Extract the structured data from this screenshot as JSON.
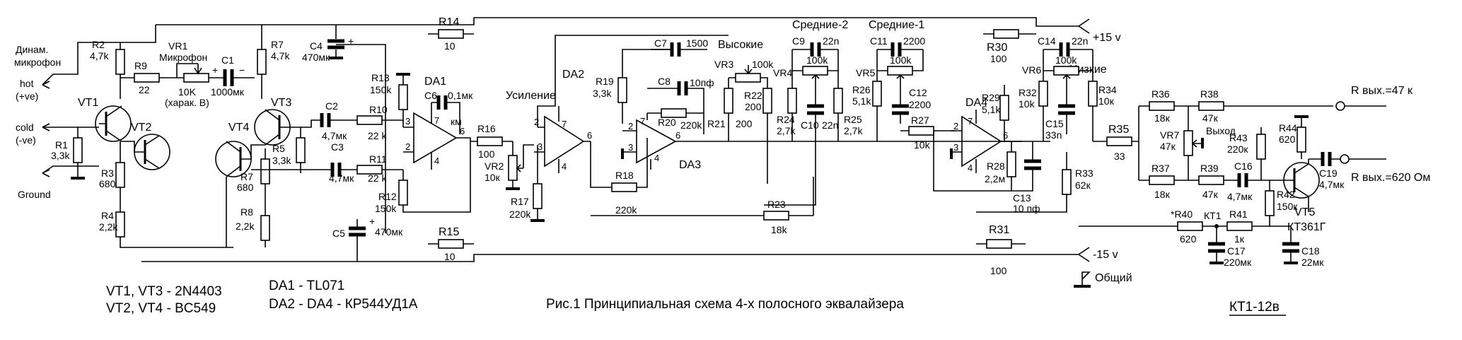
{
  "inputs": {
    "mic_line1": "Динам.",
    "mic_line2": "микрофон",
    "hot_line1": "hot",
    "hot_line2": "(+ve)",
    "cold_line1": "cold",
    "cold_line2": "(-ve)",
    "ground": "Ground"
  },
  "transistors": {
    "vt1": "VT1",
    "vt2": "VT2",
    "vt3": "VT3",
    "vt4": "VT4",
    "vt5": "VT5",
    "vt5_type": "КТ361Г"
  },
  "resistors": {
    "r1": "R1",
    "r1_val": "3,3k",
    "r2": "R2",
    "r2_val": "4,7k",
    "r3": "R3",
    "r3_val": "680",
    "r4": "R4",
    "r4_val": "2,2k",
    "r5": "R5",
    "r5_val": "3,3k",
    "r7a": "R7",
    "r7a_val": "4,7k",
    "r7b": "R7",
    "r7b_val": "680",
    "r8": "R8",
    "r8_val": "2,2k",
    "r9": "R9",
    "r9_val": "22",
    "r10": "R10",
    "r10_val": "22 k",
    "r11": "R11",
    "r11_val": "22 k",
    "r12": "R12",
    "r12_val": "150k",
    "r13": "R13",
    "r13_val": "150k",
    "r14": "R14",
    "r14_val": "10",
    "r15": "R15",
    "r15_val": "10",
    "r16": "R16",
    "r16_val": "100",
    "r17": "R17",
    "r17_val": "220k",
    "r18": "R18",
    "r18_val": "220k",
    "r19": "R19",
    "r19_val": "3,3k",
    "r20": "R20",
    "r20_val": "220k",
    "r21": "R21",
    "r21_val": "200",
    "r22": "R22",
    "r22_val": "200",
    "r23": "R23",
    "r23_val": "18k",
    "r24": "R24",
    "r24_val": "2,7k",
    "r25": "R25",
    "r25_val": "2,7k",
    "r26": "R26",
    "r26_val": "5,1k",
    "r27": "R27",
    "r27_val": "10k",
    "r28": "R28",
    "r28_val": "2,2м",
    "r29": "R29",
    "r29_val": "5,1k",
    "r30": "R30",
    "r30_val": "100",
    "r31": "R31",
    "r31_val": "100",
    "r32": "R32",
    "r32_val": "10k",
    "r33": "R33",
    "r33_val": "62к",
    "r34": "R34",
    "r34_val": "10к",
    "r35": "R35",
    "r35_val": "33",
    "r36": "R36",
    "r36_val": "18к",
    "r37": "R37",
    "r37_val": "18к",
    "r38": "R38",
    "r38_val": "47к",
    "r39": "R39",
    "r39_val": "47к",
    "r40": "*R40",
    "r40_val": "620",
    "r41": "R41",
    "r41_val": "1к",
    "r42": "R42",
    "r42_val": "150к",
    "r43": "R43",
    "r43_val": "220к",
    "r44": "R44",
    "r44_val": "620"
  },
  "capacitors": {
    "c1": "C1",
    "c1_val": "1000мк",
    "c2": "C2",
    "c2_val": "4,7мк",
    "c3": "C3",
    "c3_val": "4,7мк",
    "c4": "C4",
    "c4_val": "470мк",
    "c5": "C5",
    "c5_val": "470мк",
    "c6": "C6",
    "c6_val": "0,1мк",
    "c7": "C7",
    "c7_val": "1500",
    "c8": "C8",
    "c8_val": "10пф",
    "c9": "C9",
    "c9_val": "22n",
    "c10": "C10",
    "c10_val": "22n",
    "c11": "C11",
    "c11_val": "2200",
    "c12": "C12",
    "c12_val": "2200",
    "c13": "C13",
    "c13_val": "10 пф",
    "c14": "C14",
    "c14_val": "22n",
    "c15": "C15",
    "c15_val": "33n",
    "c16": "C16",
    "c16_val": "4,7мк",
    "c17": "C17",
    "c17_val": "220мк",
    "c18": "C18",
    "c18_val": "22мк",
    "c19": "C19",
    "c19_val": "4,7мк"
  },
  "pots": {
    "vr1": "VR1",
    "vr1_name": "Микрофон",
    "vr1_val": "10K",
    "vr1_note": "(харак. В)",
    "vr2": "VR2",
    "vr2_val": "10к",
    "vr3": "VR3",
    "vr3_val": "100k",
    "vr4": "VR4",
    "vr4_val": "100k",
    "vr5": "VR5",
    "vr5_val": "100k",
    "vr6": "VR6",
    "vr6_val": "100k",
    "vr7": "VR7",
    "vr7_val": "47к"
  },
  "opamps": {
    "da1": "DA1",
    "da1_note": "км",
    "da2": "DA2",
    "da3": "DA3",
    "da4": "DA4"
  },
  "sections": {
    "gain": "Усиление",
    "high": "Высокие",
    "mid2": "Средние-2",
    "mid1": "Средние-1",
    "low": "Низкие",
    "output": "Выход"
  },
  "power": {
    "pos": "+15 v",
    "neg": "-15 v",
    "common": "Общий",
    "kt1": "КТ1",
    "kt1_note": "КТ1-12в"
  },
  "outputs": {
    "out_high": "R вых.=47 к",
    "out_low": "R вых.=620 Ом"
  },
  "pins": {
    "p2": "2",
    "p3": "3",
    "p4": "4",
    "p6": "6",
    "p7": "7"
  },
  "legend": {
    "line1": "VT1, VT3 - 2N4403",
    "line2": "VT2, VT4 - BC549",
    "line3": "DA1 - TL071",
    "line4": "DA2 - DA4 - КР544УД1А"
  },
  "caption": "Рис.1   Принципиальная схема 4-х полосного эквалайзера"
}
